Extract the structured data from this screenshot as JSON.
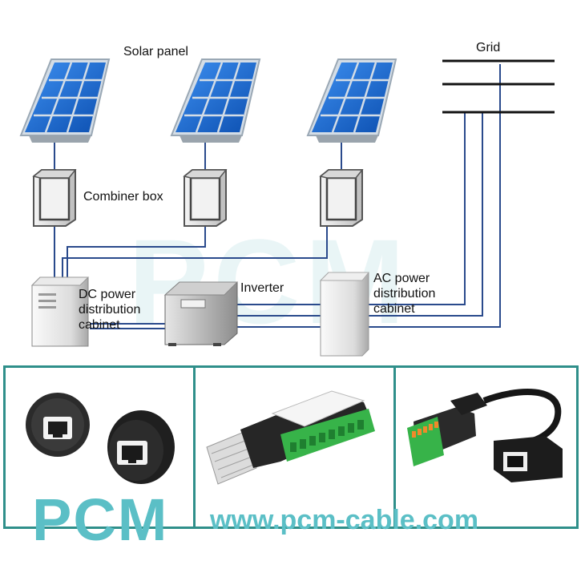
{
  "labels": {
    "solar_panel": "Solar panel",
    "grid": "Grid",
    "combiner_box": "Combiner box",
    "dc_cabinet": [
      "DC power",
      "distribution",
      "cabinet"
    ],
    "inverter": "Inverter",
    "ac_cabinet": [
      "AC power",
      "distribution",
      "cabinet"
    ]
  },
  "brand": {
    "logo": "PCM",
    "url": "www.pcm-cable.com"
  },
  "colors": {
    "wire": "#2a4a8c",
    "frame": "#2f8f8a",
    "brand": "#5bbfc6",
    "panel_cell": "#1f6fd0",
    "panel_frame": "#c9d6e2"
  },
  "icons": [
    "solar-panel-icon",
    "combiner-box-icon",
    "cabinet-icon",
    "inverter-icon",
    "rj45-connector-icon"
  ]
}
